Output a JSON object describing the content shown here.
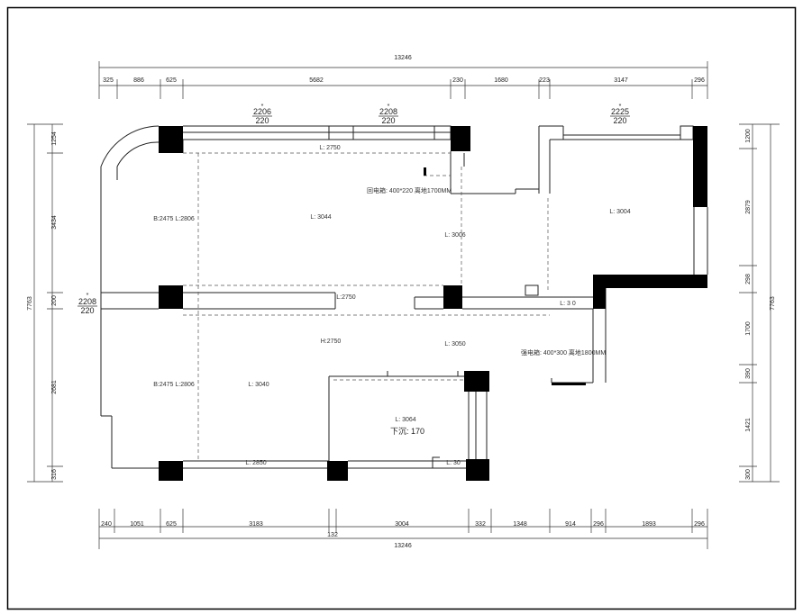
{
  "overall_width": "13246",
  "overall_height": "7763",
  "top_dims": [
    "325",
    "886",
    "625",
    "5682",
    "230",
    "1680",
    "223",
    "3147",
    "296"
  ],
  "bottom_dims": [
    "240",
    "1051",
    "625",
    "3183",
    "3004",
    "332",
    "1348",
    "914",
    "296",
    "1893",
    "296"
  ],
  "bottom_sub_dim": "132",
  "left_dims": [
    "1254",
    "3434",
    "200",
    "2681",
    "316"
  ],
  "right_dims": [
    "1200",
    "2879",
    "298",
    "1700",
    "390",
    "1421",
    "300"
  ],
  "windows": [
    {
      "top": "2206",
      "bottom": "220"
    },
    {
      "top": "2208",
      "bottom": "220"
    },
    {
      "top": "2225",
      "bottom": "220"
    },
    {
      "top": "2208",
      "bottom": "220"
    }
  ],
  "star": "*",
  "room_labels": {
    "top_beam": "L: 2750",
    "left_upper": "B:2475 L:2806",
    "room_upper": "L: 3044",
    "mid_right": "L: 3006",
    "right_room": "L: 3004",
    "mid_beam": "L:2750",
    "small_right": "L: 3 0",
    "left_lower": "B:2475 L:2806",
    "room_lower": "L: 3040",
    "mid_lower": "H:2750",
    "mid_lower_right": "L: 3050",
    "bottom_room": "L: 3064",
    "bottom_beam": "L: 2850",
    "corner_small": "L: 30"
  },
  "notes": {
    "upper": "回电箱: 400*220 离地1700MM",
    "lower": "强电箱: 400*300 离地1800MM",
    "drop_ceiling": "下沉: 170"
  }
}
